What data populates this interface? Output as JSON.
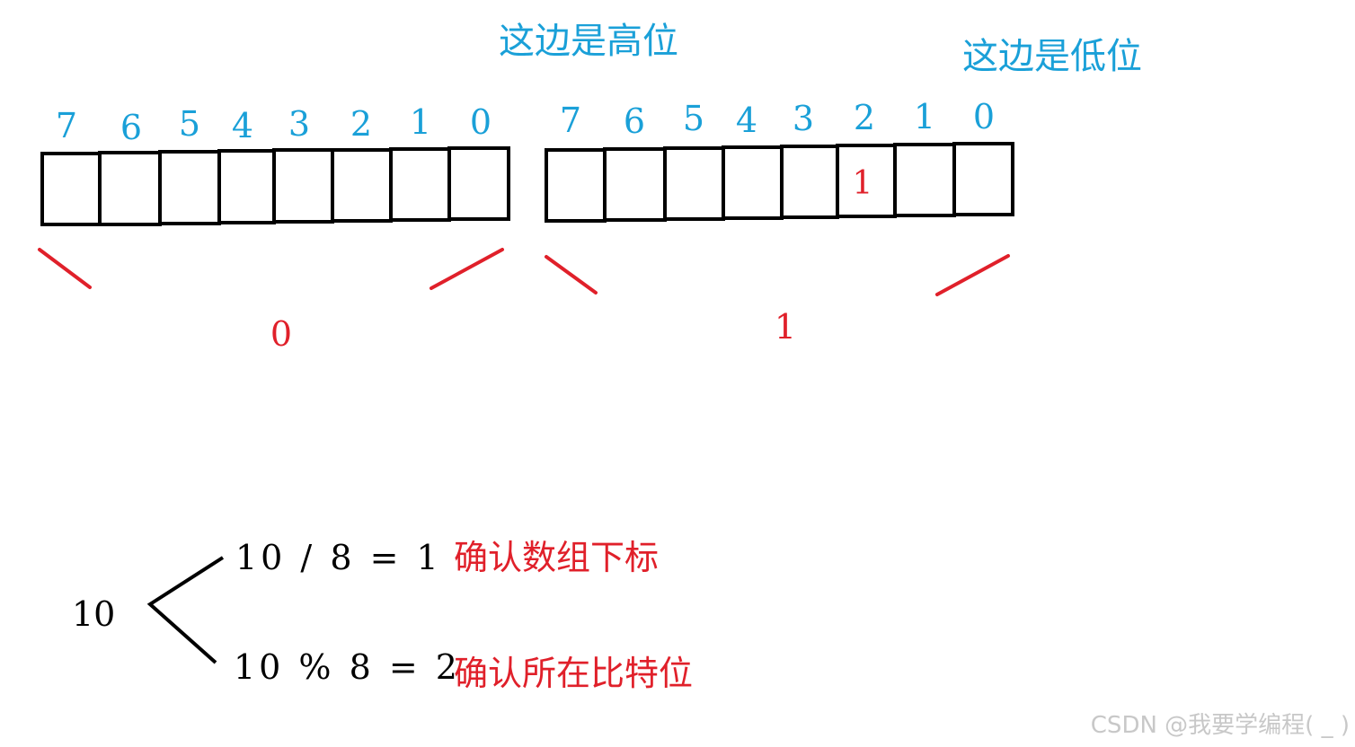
{
  "header": {
    "high_label": "这边是高位",
    "low_label": "这边是低位"
  },
  "bytes": [
    {
      "bit_indices": [
        "7",
        "6",
        "5",
        "4",
        "3",
        "2",
        "1",
        "0"
      ],
      "cells": [
        "",
        "",
        "",
        "",
        "",
        "",
        "",
        ""
      ],
      "byte_index_label": "0"
    },
    {
      "bit_indices": [
        "7",
        "6",
        "5",
        "4",
        "3",
        "2",
        "1",
        "0"
      ],
      "cells": [
        "",
        "",
        "",
        "",
        "",
        "1",
        "",
        ""
      ],
      "byte_index_label": "1"
    }
  ],
  "calc": {
    "number": "10",
    "division": "10 / 8 = 1",
    "division_note": "确认数组下标",
    "modulo": "10 % 8 = 2",
    "modulo_note": "确认所在比特位"
  },
  "watermark": "CSDN @我要学编程( _ )",
  "colors": {
    "blue": "#1aa0d8",
    "red": "#e0202a",
    "black": "#000000",
    "watermark": "#c8c8c8"
  }
}
